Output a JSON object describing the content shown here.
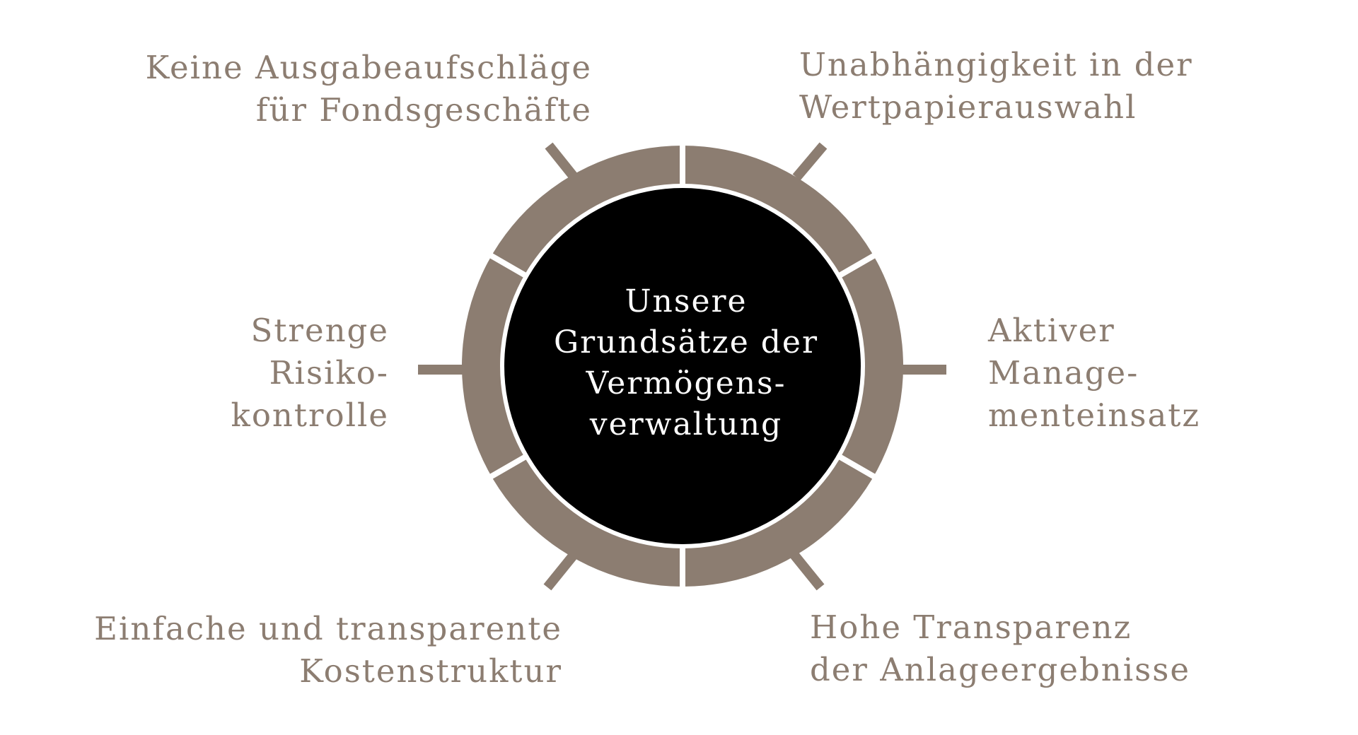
{
  "colors": {
    "ring": "#8c7d71",
    "center": "#000000",
    "label": "#8c7d71",
    "center_text": "#ffffff",
    "background": "#ffffff"
  },
  "center": {
    "title": "Unsere\nGrundsätze der\nVermögens-\nverwaltung"
  },
  "principles": [
    {
      "id": "top-left",
      "text": "Keine Ausgabeaufschläge\nfür Fondsgeschäfte"
    },
    {
      "id": "top-right",
      "text": "Unabhängigkeit in der\nWertpapierauswahl"
    },
    {
      "id": "mid-left",
      "text": "Strenge\nRisiko-\nkontrolle"
    },
    {
      "id": "mid-right",
      "text": "Aktiver\nManage-\nmenteinsatz"
    },
    {
      "id": "bottom-left",
      "text": "Einfache und transparente\nKostenstruktur"
    },
    {
      "id": "bottom-right",
      "text": "Hohe Transparenz\nder Anlageergebnisse"
    }
  ]
}
